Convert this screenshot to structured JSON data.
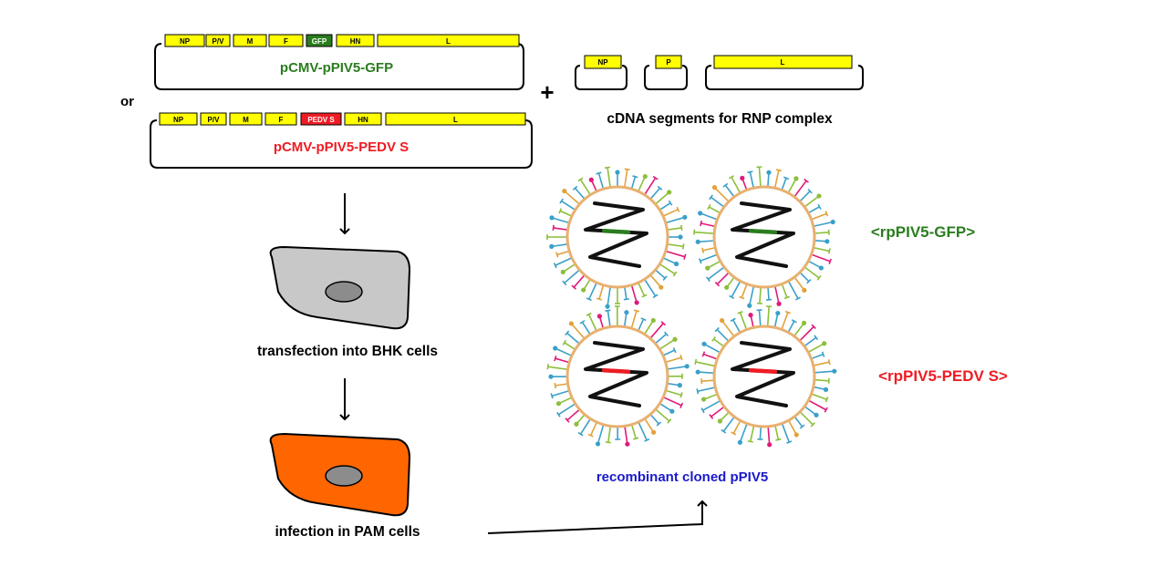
{
  "plasmid_gfp": {
    "name": "pCMV-pPIV5-GFP",
    "genes": [
      "NP",
      "P/V",
      "M",
      "F",
      "GFP",
      "HN",
      "L"
    ]
  },
  "connector": "or",
  "plasmid_pedv": {
    "name": "pCMV-pPIV5-PEDV S",
    "genes": [
      "NP",
      "P/V",
      "M",
      "F",
      "PEDV S",
      "HN",
      "L"
    ]
  },
  "plus": "+",
  "rnp": {
    "segments": [
      "NP",
      "P",
      "L"
    ],
    "caption": "cDNA segments for RNP complex"
  },
  "steps": {
    "transfection": "transfection into BHK cells",
    "infection": "infection in PAM cells"
  },
  "virus_labels": {
    "gfp": "<rpPIV5-GFP>",
    "pedv": "<rpPIV5-PEDV S>"
  },
  "recombinant_caption": "recombinant cloned pPIV5",
  "colors": {
    "gene_yellow": "#ffff00",
    "gfp_green": "#2a7d1e",
    "pedv_red": "#ee1c24",
    "caption_blue": "#1a1acd",
    "cell_gray": "#c8c8c8",
    "cell_orange": "#ff6600",
    "nucleus_gray": "#8c8c8c"
  }
}
